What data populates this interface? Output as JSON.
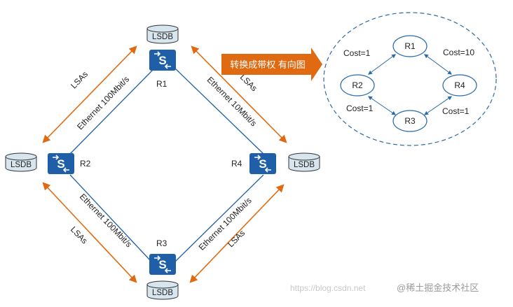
{
  "routers": [
    {
      "id": "R1",
      "label": "R1",
      "lsdb": "LSDB",
      "icon": "router-switch-icon"
    },
    {
      "id": "R2",
      "label": "R2",
      "lsdb": "LSDB",
      "icon": "router-switch-icon"
    },
    {
      "id": "R3",
      "label": "R3",
      "lsdb": "LSDB",
      "icon": "router-switch-icon"
    },
    {
      "id": "R4",
      "label": "R4",
      "lsdb": "LSDB",
      "icon": "router-switch-icon"
    }
  ],
  "links": {
    "r1_r2": "Ethernet 100Mbit/s",
    "r1_r4": "Ethernet 10Mbit/s",
    "r2_r3": "Ethernet 100Mbit/s",
    "r3_r4": "Ethernet 100Mbit/s"
  },
  "lsas": {
    "label": "LSAs"
  },
  "banner": {
    "text": "转换成带权 有向图"
  },
  "graph": {
    "nodes": [
      "R1",
      "R2",
      "R3",
      "R4"
    ],
    "costs": {
      "r1_r2": "Cost=1",
      "r1_r4": "Cost=10",
      "r2_r3": "Cost=1",
      "r3_r4": "Cost=1"
    }
  },
  "watermark": {
    "url": "https://blog.csdn.net",
    "brand": "@稀土掘金技术社区"
  },
  "colors": {
    "router_blue": "#1f5fa8",
    "link_blue": "#1f5fa8",
    "orange": "#e06a12",
    "lsdb_fill": "#d7e6ee",
    "graph_blue": "#2a6aa6"
  }
}
